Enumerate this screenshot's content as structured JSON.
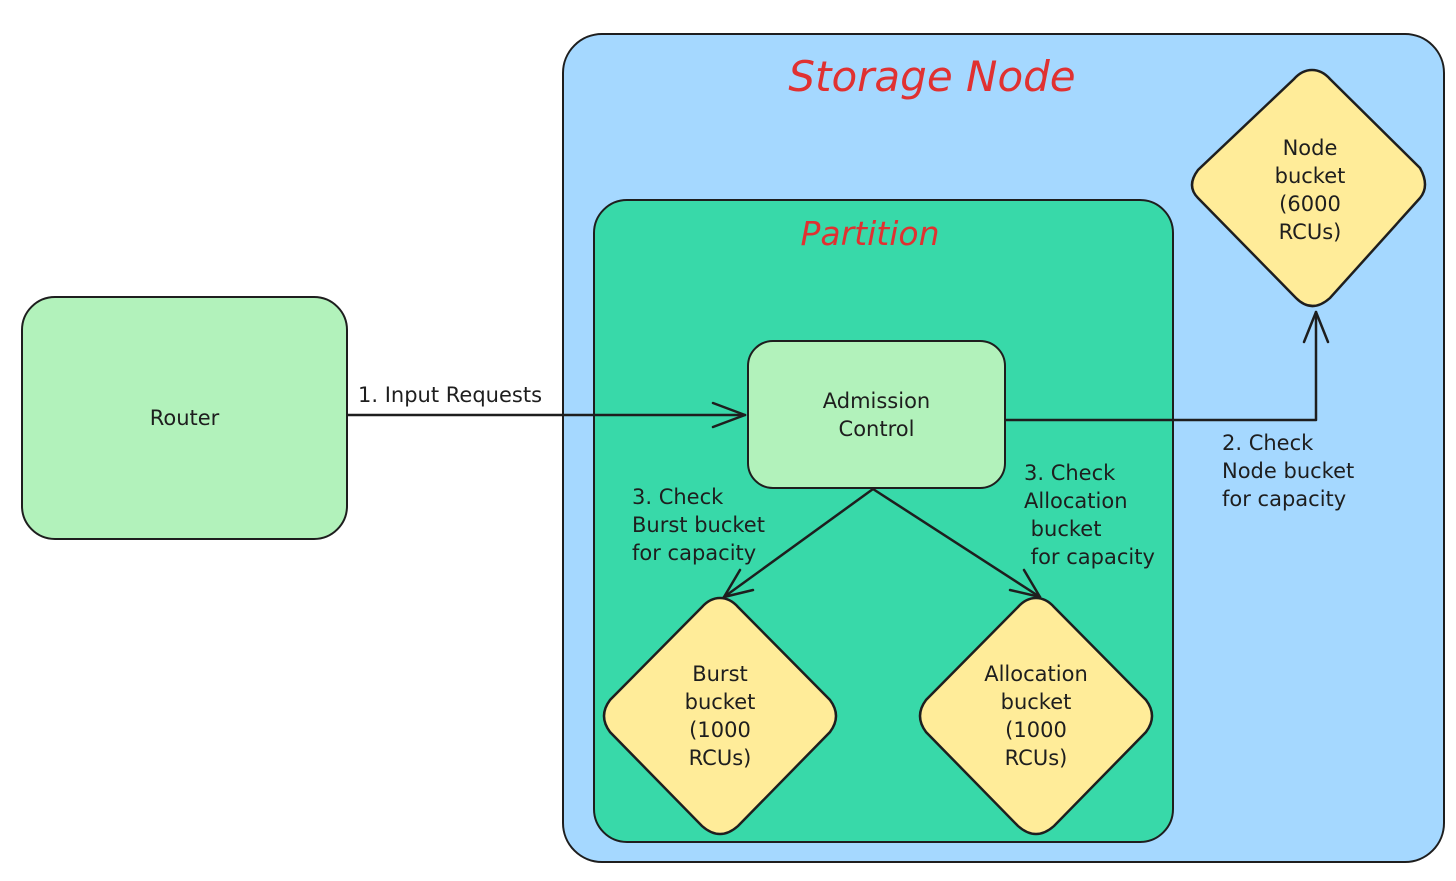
{
  "storage_node": {
    "title": "Storage Node"
  },
  "partition": {
    "title": "Partition"
  },
  "router": {
    "label": "Router"
  },
  "admission_control": {
    "label": "Admission\nControl"
  },
  "node_bucket": {
    "label": "Node\nbucket\n(6000\nRCUs)"
  },
  "burst_bucket": {
    "label": "Burst\nbucket\n(1000\nRCUs)"
  },
  "allocation_bucket": {
    "label": "Allocation\nbucket\n(1000\nRCUs)"
  },
  "edges": {
    "input_requests": "1. Input Requests",
    "check_node": "2. Check\nNode bucket\nfor capacity",
    "check_burst": "3. Check\nBurst bucket\nfor capacity",
    "check_allocation": "3. Check\nAllocation\n bucket\n for capacity"
  },
  "colors": {
    "storage_fill": "#a5d8ff",
    "partition_fill": "#38d9a9",
    "component_fill": "#b2f2bb",
    "bucket_fill": "#ffec99",
    "title_color": "#e03131",
    "stroke": "#1e1e1e"
  }
}
